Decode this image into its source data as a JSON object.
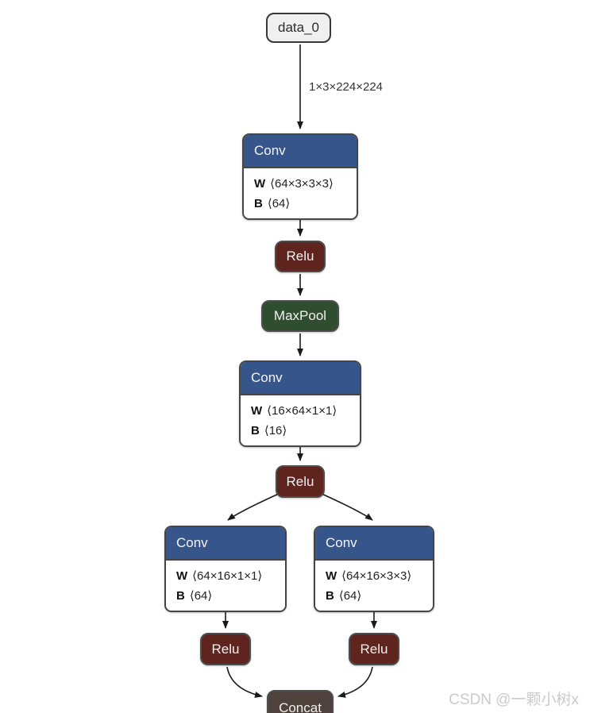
{
  "edge_labels": {
    "input_shape": "1×3×224×224"
  },
  "nodes": {
    "data0": {
      "label": "data_0"
    },
    "conv1": {
      "title": "Conv",
      "params": {
        "w_name": "W",
        "w_shape": "⟨64×3×3×3⟩",
        "b_name": "B",
        "b_shape": "⟨64⟩"
      }
    },
    "relu1": {
      "label": "Relu"
    },
    "maxpool1": {
      "label": "MaxPool"
    },
    "conv2": {
      "title": "Conv",
      "params": {
        "w_name": "W",
        "w_shape": "⟨16×64×1×1⟩",
        "b_name": "B",
        "b_shape": "⟨16⟩"
      }
    },
    "relu2": {
      "label": "Relu"
    },
    "conv3_left": {
      "title": "Conv",
      "params": {
        "w_name": "W",
        "w_shape": "⟨64×16×1×1⟩",
        "b_name": "B",
        "b_shape": "⟨64⟩"
      }
    },
    "conv3_right": {
      "title": "Conv",
      "params": {
        "w_name": "W",
        "w_shape": "⟨64×16×3×3⟩",
        "b_name": "B",
        "b_shape": "⟨64⟩"
      }
    },
    "relu3_left": {
      "label": "Relu"
    },
    "relu3_right": {
      "label": "Relu"
    },
    "concat": {
      "label": "Concat"
    }
  },
  "colors": {
    "conv_header": "#36558b",
    "relu_fill": "#5e241d",
    "maxpool_fill": "#2f4e2f",
    "concat_fill": "#4f423c",
    "input_fill": "#f0f0f0",
    "edge": "#1a1a1a"
  },
  "watermark": {
    "text": "CSDN @一颗小树x"
  }
}
